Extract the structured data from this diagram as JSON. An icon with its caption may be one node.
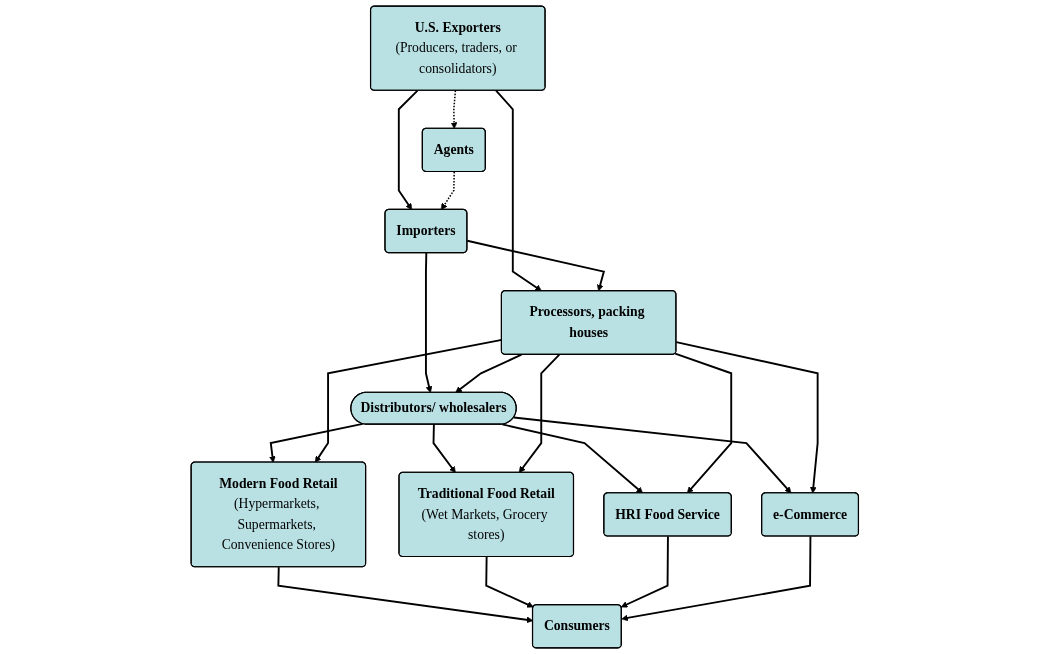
{
  "diagram": {
    "nodes": [
      {
        "text": [
          "U.S. Exporters",
          "(Producers, traders, or consolidators)"
        ]
      },
      {
        "text": [
          "Agents"
        ]
      },
      {
        "text": [
          "Importers"
        ]
      },
      {
        "text": [
          "Processors, packing houses"
        ]
      },
      {
        "text": [
          "Distributors/ wholesalers"
        ]
      },
      {
        "text": [
          "Modern Food Retail",
          "(Hypermarkets, Supermarkets, Convenience Stores)"
        ]
      },
      {
        "text": [
          "Traditional Food Retail",
          "(Wet Markets, Grocery stores)"
        ]
      },
      {
        "text": [
          "HRI Food Service"
        ]
      },
      {
        "text": [
          "e-Commerce"
        ]
      },
      {
        "text": [
          "Consumers"
        ]
      }
    ],
    "edges": [
      {
        "from": 0,
        "to": 1,
        "arrow": "to",
        "style": "dashed"
      },
      {
        "from": 0,
        "to": 2,
        "arrow": "to"
      },
      {
        "from": 1,
        "to": 2,
        "arrow": "to",
        "style": "dashed"
      },
      {
        "from": 0,
        "to": 3,
        "arrow": "to"
      },
      {
        "from": 2,
        "to": 4,
        "arrow": "to"
      },
      {
        "from": 2,
        "to": 3,
        "arrow": "to"
      },
      {
        "from": 3,
        "to": 4,
        "arrow": "to"
      },
      {
        "from": 4,
        "to": 5,
        "arrow": "to"
      },
      {
        "from": 4,
        "to": 6,
        "arrow": "to"
      },
      {
        "from": 4,
        "to": 7,
        "arrow": "to"
      },
      {
        "from": 4,
        "to": 8,
        "arrow": "to"
      },
      {
        "from": 3,
        "to": 5,
        "arrow": "to"
      },
      {
        "from": 3,
        "to": 6,
        "arrow": "to"
      },
      {
        "from": 3,
        "to": 7,
        "arrow": "to"
      },
      {
        "from": 3,
        "to": 8,
        "arrow": "to"
      },
      {
        "from": 5,
        "to": 9,
        "arrow": "to"
      },
      {
        "from": 6,
        "to": 9,
        "arrow": "to"
      },
      {
        "from": 7,
        "to": 9,
        "arrow": "to"
      },
      {
        "from": 8,
        "to": 9,
        "arrow": "to"
      }
    ]
  }
}
